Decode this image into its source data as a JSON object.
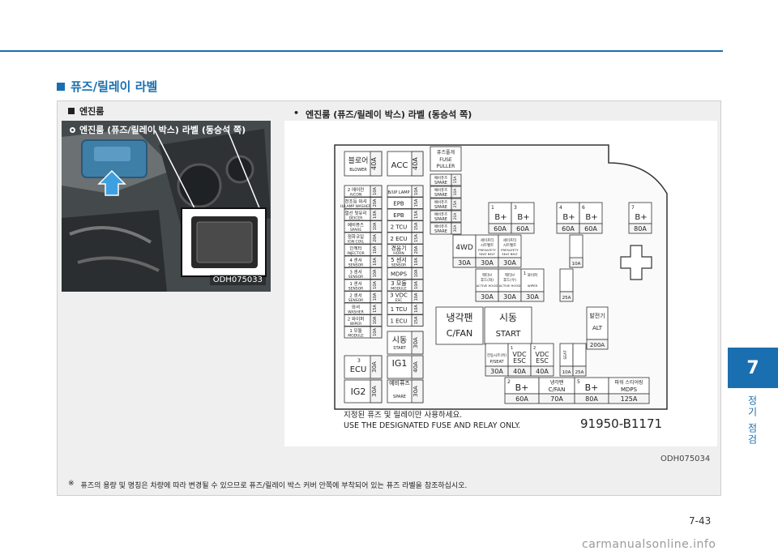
{
  "section": {
    "title": "퓨즈/릴레이 라벨"
  },
  "left_panel": {
    "header": "엔진룸",
    "callout": "엔진룸 (퓨즈/릴레이 박스) 라벨 (동승석 쪽)",
    "image_code": "ODH075033"
  },
  "right_panel": {
    "bullet": "•",
    "header": "엔진룸 (퓨즈/릴레이 박스) 라벨 (동승석 쪽)",
    "image_code": "ODH075034"
  },
  "fuse_label": {
    "col1": [
      {
        "name": "블로어",
        "sub": "BLOWER",
        "amp": "40A"
      },
      {
        "num": "2",
        "name": "에어컨",
        "sub": "A/CON",
        "amp": "10A"
      },
      {
        "name": "전조등 와셔",
        "sub": "H/LAMP WASHER",
        "amp": "20A"
      },
      {
        "name": "열선 뒷유리",
        "sub": "DEICER",
        "amp": "10A"
      },
      {
        "name": "예비퓨즈",
        "sub": "SPARE",
        "amp": "10A"
      },
      {
        "name": "점화코일",
        "sub": "IGN COIL",
        "amp": "20A"
      },
      {
        "name": "인젝터",
        "sub": "INJECTOR",
        "amp": "10A"
      },
      {
        "num": "4",
        "name": "센서",
        "sub": "SENSOR",
        "amp": "10A"
      },
      {
        "num": "3",
        "name": "센서",
        "sub": "SENSOR",
        "amp": "10A"
      },
      {
        "num": "1",
        "name": "센서",
        "sub": "SENSOR",
        "amp": "10A"
      },
      {
        "num": "2",
        "name": "센서",
        "sub": "SENSOR",
        "amp": "10A"
      },
      {
        "name": "와셔",
        "sub": "WASHER",
        "amp": "15A"
      },
      {
        "num": "2",
        "name": "와이퍼",
        "sub": "WIPER",
        "amp": "10A"
      },
      {
        "num": "1",
        "name": "모듈",
        "sub": "MODULE",
        "amp": "10A"
      }
    ],
    "col2": [
      {
        "name": "ACC",
        "amp": "40A"
      },
      {
        "name": "B/UP LAMP",
        "amp": "10A"
      },
      {
        "name": "EPB",
        "amp": "15A"
      },
      {
        "name": "EPB",
        "amp": "15A"
      },
      {
        "num": "2",
        "name": "TCU",
        "amp": "15A"
      },
      {
        "num": "2",
        "name": "ECU",
        "amp": "15A"
      },
      {
        "name": "경음기",
        "sub": "HORN",
        "amp": "20A"
      },
      {
        "num": "5",
        "name": "센서",
        "sub": "SENSOR",
        "amp": "10A"
      },
      {
        "name": "MDPS",
        "amp": "10A"
      },
      {
        "num": "3",
        "name": "모듈",
        "sub": "MODULE",
        "amp": "10A"
      },
      {
        "num": "3",
        "name": "VDC",
        "sub": "ESC",
        "amp": "10A"
      },
      {
        "num": "1",
        "name": "TCU",
        "amp": "10A"
      },
      {
        "num": "1",
        "name": "ECU",
        "amp": "15A"
      },
      {
        "name": "시동",
        "sub": "START",
        "amp": "30A"
      },
      {
        "name": "IG1",
        "amp": "40A"
      },
      {
        "name": "예비퓨즈",
        "sub": "SPARE",
        "amp": "30A"
      }
    ],
    "puller": {
      "name": "퓨즈풀개",
      "sub": "FUSE PULLER"
    },
    "spares": [
      "SPARE",
      "SPARE",
      "SPARE",
      "SPARE",
      "SPARE"
    ],
    "spare_amps": [
      "15A",
      "10A",
      "25A",
      "20A",
      "30A"
    ],
    "bplus_top": [
      {
        "num": "1",
        "name": "B+",
        "amp": "60A"
      },
      {
        "num": "3",
        "name": "B+",
        "amp": "60A"
      },
      {
        "num": "4",
        "name": "B+",
        "amp": "60A"
      },
      {
        "num": "6",
        "name": "B+",
        "amp": "60A"
      },
      {
        "num": "7",
        "name": "B+",
        "amp": "80A"
      }
    ],
    "middle_row": [
      {
        "name": "4WD",
        "amp": "30A"
      },
      {
        "name": "세이프티 시트벨트",
        "sub": "PRESAFETY SEAT BELT",
        "amp": "30A"
      },
      {
        "name": "세이프티 시트벨트",
        "sub": "PRESAFETY SEAT BELT",
        "amp": "30A"
      }
    ],
    "hood_row": [
      {
        "name": "액티브 후드(좌)",
        "sub": "ACTIVE HOOD LH",
        "amp": "30A"
      },
      {
        "name": "액티브 후드(우)",
        "sub": "ACTIVE HOOD RH",
        "amp": "30A"
      },
      {
        "num": "1",
        "name": "와이퍼",
        "sub": "WIPER",
        "amp": "30A"
      }
    ],
    "small_amps": [
      "10A",
      "25A"
    ],
    "cooling_fan": {
      "name": "냉각팬",
      "sub": "C/FAN"
    },
    "start_relay": {
      "name": "시동",
      "sub": "START"
    },
    "alternator": {
      "name": "발전기",
      "sub": "ALT",
      "amp": "200A"
    },
    "ecu3": {
      "num": "3",
      "name": "ECU",
      "amp": "30A"
    },
    "ig2": {
      "name": "IG2",
      "amp": "30A"
    },
    "bottom_row": [
      {
        "name": "전동시트(뒤)",
        "sub": "P/SEAT",
        "amp": "30A"
      },
      {
        "num": "1",
        "name": "VDC",
        "sub": "ESC",
        "amp": "40A"
      },
      {
        "num": "2",
        "name": "VDC",
        "sub": "ESC",
        "amp": "40A"
      },
      {
        "name": "SEAT",
        "amp": "10A"
      },
      {
        "name": "",
        "amp": "25A"
      }
    ],
    "bottom_big": [
      {
        "num": "2",
        "name": "B+",
        "amp": "60A"
      },
      {
        "name": "냉각팬",
        "sub": "C/FAN",
        "amp": "70A"
      },
      {
        "num": "5",
        "name": "B+",
        "amp": "80A"
      },
      {
        "name": "파워 스티어링",
        "sub": "MDPS",
        "amp": "125A"
      }
    ],
    "warning_ko": "지정된 퓨즈 및 릴레이만 사용하세요.",
    "warning_en": "USE THE DESIGNATED FUSE AND RELAY ONLY.",
    "part_number": "91950-B1171"
  },
  "note": {
    "symbol": "※",
    "text": "퓨즈의 용량 및 명칭은 차량에 따라 변경될 수 있으므로 퓨즈/릴레이 박스 커버 안쪽에 부착되어 있는 퓨즈 라벨을 참조하십시오."
  },
  "side": {
    "chapter": "7",
    "label": "정기 점검"
  },
  "page_number": "7-43",
  "watermark": "carmanualsonline.info"
}
